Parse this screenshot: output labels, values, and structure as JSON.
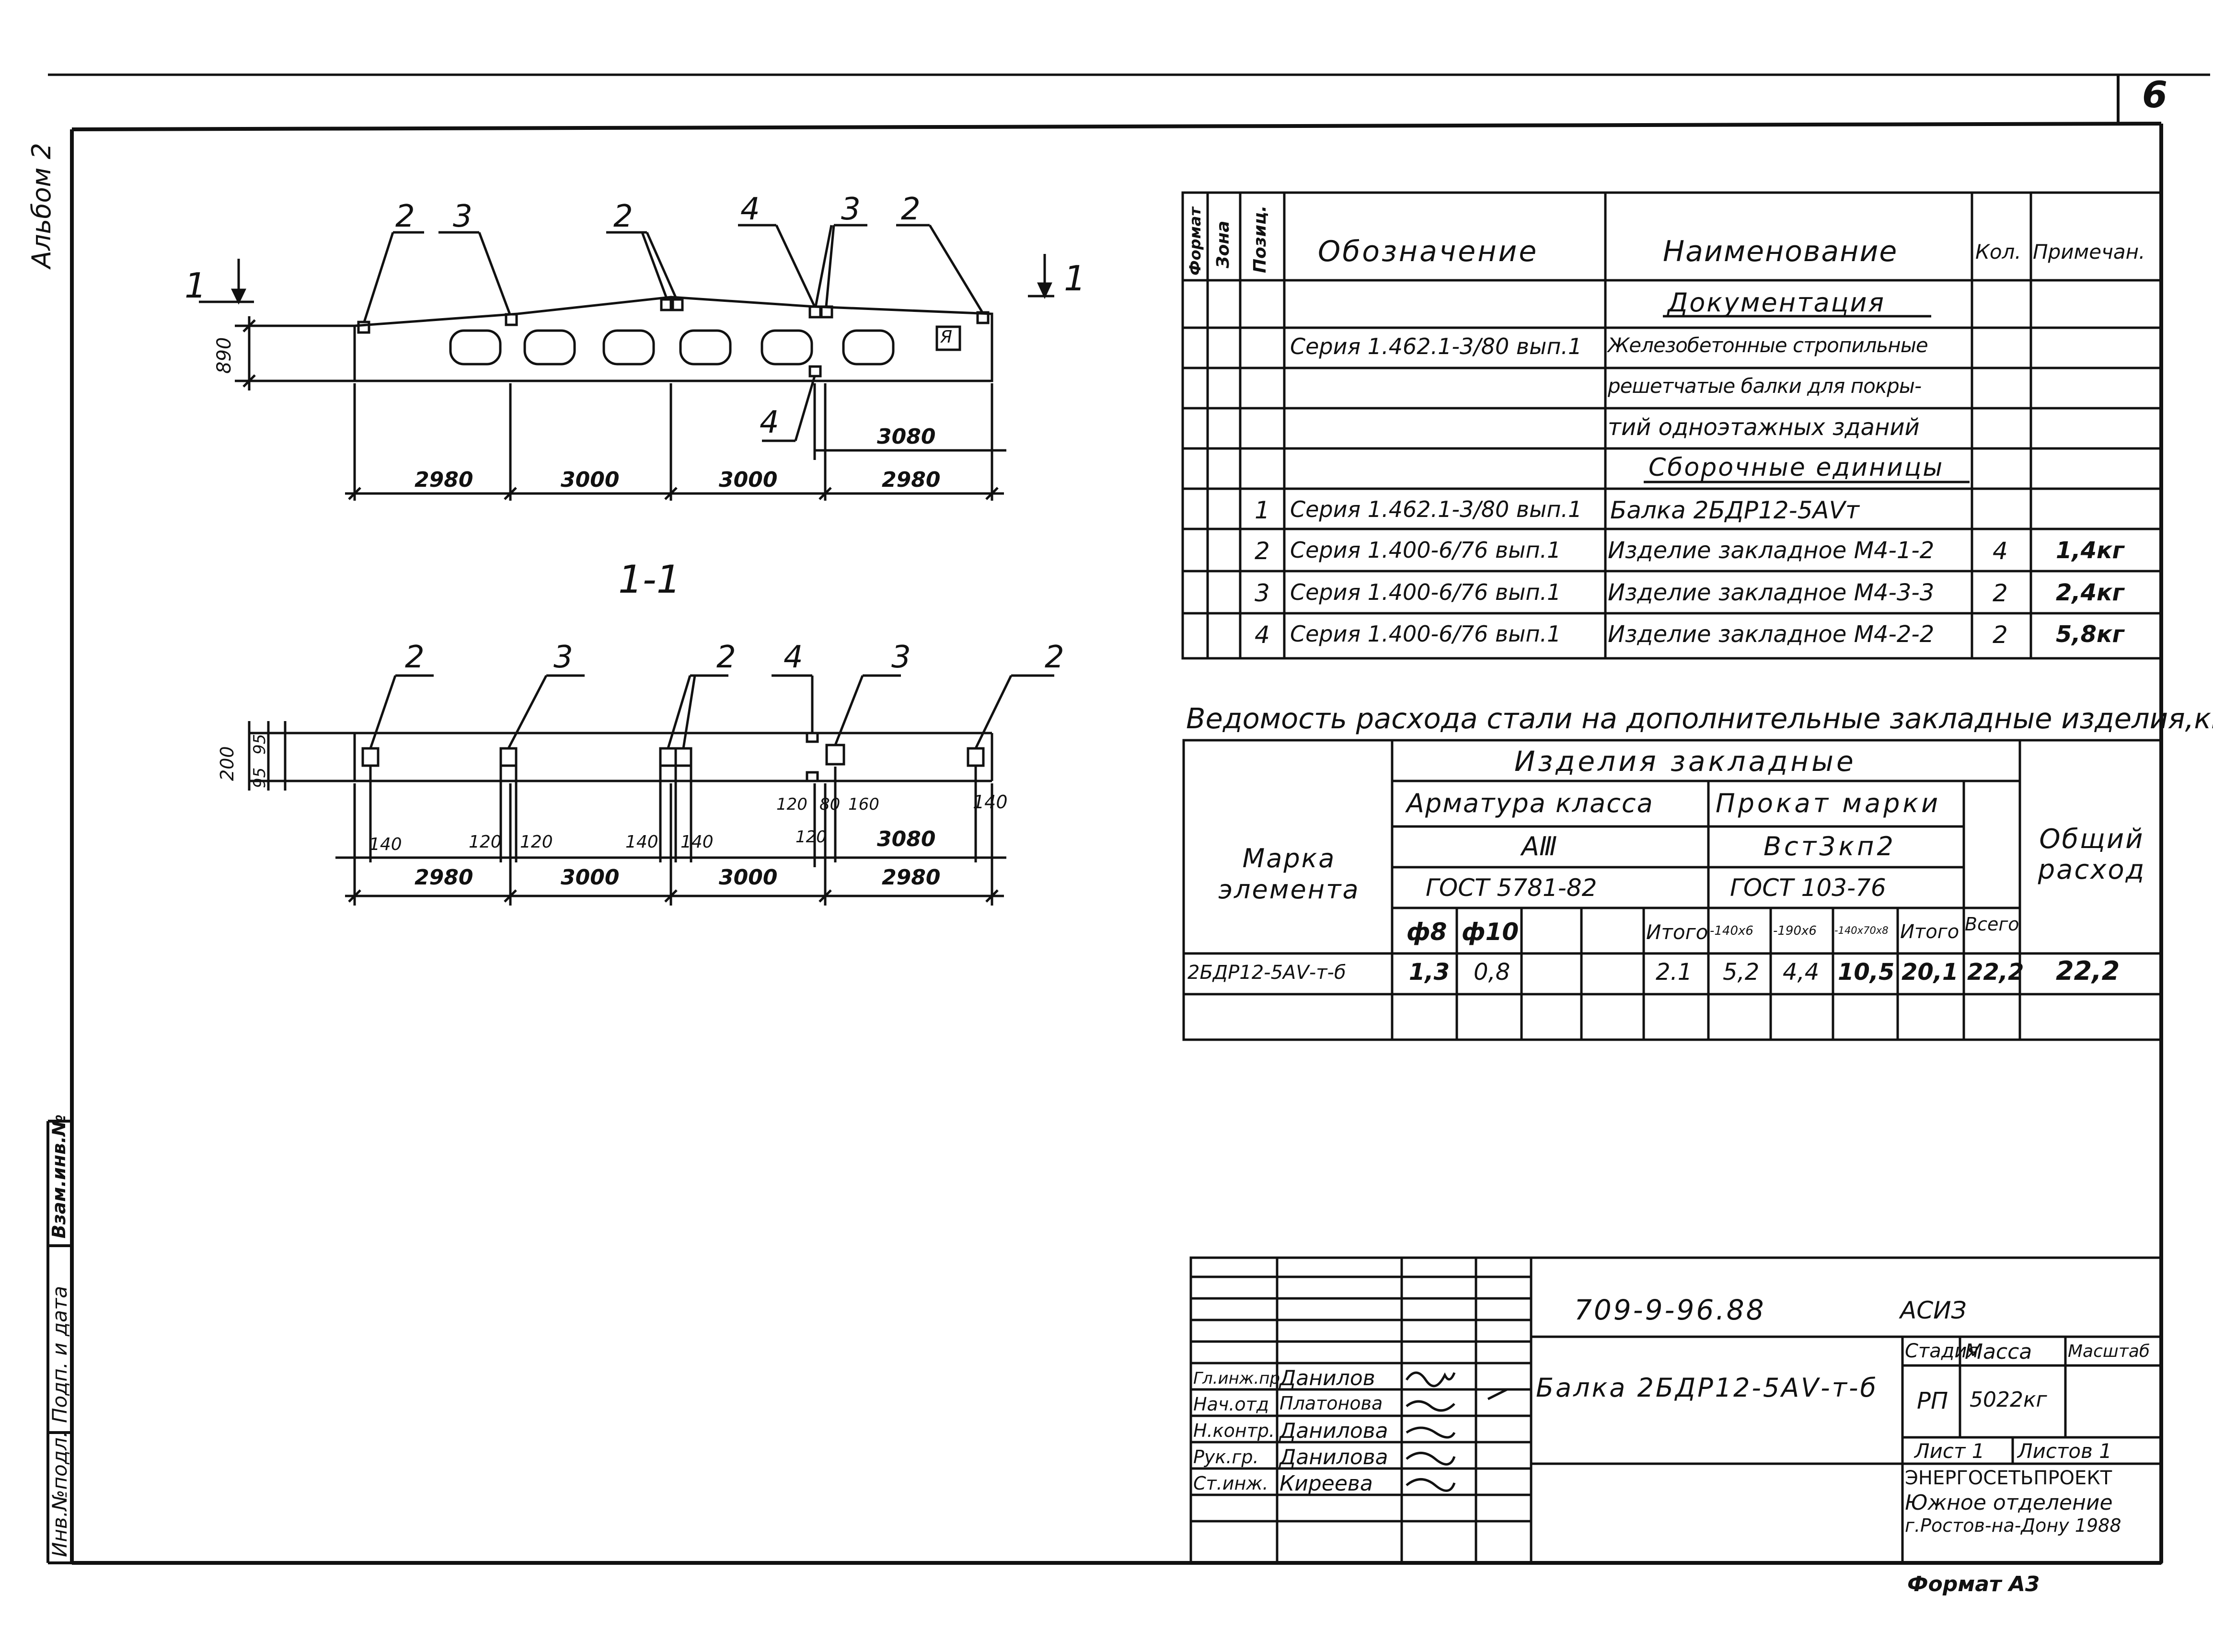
{
  "sheet_number": "6",
  "album_label": "Альбом 2",
  "left_stamp": {
    "inv_no": "Инв.№подл.",
    "sign_date": "Подп. и дата",
    "replace": "Взам.инв.№"
  },
  "beam_elevation": {
    "section_mark_left": "1",
    "section_mark_right": "1",
    "height": "890",
    "callouts_top": [
      "2",
      "3",
      "2",
      "4",
      "3",
      "2"
    ],
    "callout_bottom": "4",
    "mark_box": "Я",
    "dims": [
      "2980",
      "3000",
      "3000",
      "2980"
    ],
    "dim_extra": "3080"
  },
  "section_title": "1-1",
  "beam_plan": {
    "callouts": [
      "2",
      "3",
      "2",
      "4",
      "3",
      "2"
    ],
    "height_dims": [
      "200",
      "95",
      "95"
    ],
    "small_dims": [
      "140",
      "120",
      "120",
      "140",
      "140",
      "120",
      "80",
      "160",
      "120",
      "140"
    ],
    "dims": [
      "2980",
      "3000",
      "3000",
      "2980"
    ],
    "dim_extra": "3080"
  },
  "spec_table": {
    "headers": {
      "format": "Формат",
      "zone": "Зона",
      "pos": "Позиц.",
      "designation": "Обозначение",
      "name": "Наименование",
      "qty": "Кол.",
      "note": "Примечан."
    },
    "rows": [
      {
        "pos": "",
        "designation": "",
        "name": "Документация",
        "qty": "",
        "note": "",
        "underline": true
      },
      {
        "pos": "",
        "designation": "Серия 1.462.1-3/80 вып.1",
        "name": "Железобетонные стропильные",
        "qty": "",
        "note": ""
      },
      {
        "pos": "",
        "designation": "",
        "name": "решетчатые балки для покры-",
        "qty": "",
        "note": ""
      },
      {
        "pos": "",
        "designation": "",
        "name": "тий одноэтажных зданий",
        "qty": "",
        "note": ""
      },
      {
        "pos": "",
        "designation": "",
        "name": "Сборочные единицы",
        "qty": "",
        "note": "",
        "underline": true
      },
      {
        "pos": "1",
        "designation": "Серия 1.462.1-3/80 вып.1",
        "name": "Балка 2БДР12-5АⅤт",
        "qty": "",
        "note": ""
      },
      {
        "pos": "2",
        "designation": "Серия 1.400-6/76 вып.1",
        "name": "Изделие закладное М4-1-2",
        "qty": "4",
        "note": "1,4кг"
      },
      {
        "pos": "3",
        "designation": "Серия 1.400-6/76 вып.1",
        "name": "Изделие закладное М4-3-3",
        "qty": "2",
        "note": "2,4кг"
      },
      {
        "pos": "4",
        "designation": "Серия 1.400-6/76 вып.1",
        "name": "Изделие закладное М4-2-2",
        "qty": "2",
        "note": "5,8кг"
      }
    ]
  },
  "steel_table": {
    "title": "Ведомость расхода стали на дополнительные закладные изделия,кг",
    "col_group": "Изделия закладные",
    "armature": "Арматура класса",
    "armature_class": "АⅢ",
    "armature_gost": "ГОСТ 5781-82",
    "rolled": "Прокат марки",
    "rolled_grade": "Вст3кп2",
    "rolled_gost": "ГОСТ 103-76",
    "mark": "Марка элемента",
    "total_all": "Всего",
    "total": "Общий расход",
    "sub_headers": [
      "ф8",
      "ф10",
      "",
      "",
      "Итого",
      "-140х6",
      "-190х6",
      "-140х70х8",
      "Итого"
    ],
    "row": {
      "mark": "2БДР12-5АⅤ-т-б",
      "values": [
        "1,3",
        "0,8",
        "",
        "",
        "2.1",
        "5,2",
        "4,4",
        "10,5",
        "20,1",
        "22,2"
      ],
      "total": "22,2"
    }
  },
  "title_block": {
    "code": "709-9-96.88",
    "asuz": "АСИЗ",
    "drawing_title": "Балка 2БДР12-5АⅤ-т-б",
    "stage_label": "Стадия",
    "mass_label": "Масса",
    "scale_label": "Масштаб",
    "stage": "РП",
    "mass": "5022кг",
    "sheet": "Лист 1",
    "sheets": "Листов 1",
    "org1": "ЭНЕРГОСЕТЬПРОЕКТ",
    "org2": "Южное отделение",
    "org3": "г.Ростов-на-Дону 1988",
    "roles": [
      {
        "role": "Гл.инж.пр",
        "name": "Данилов"
      },
      {
        "role": "Нач.отд",
        "name": "Платонова"
      },
      {
        "role": "Н.контр.",
        "name": "Данилова"
      },
      {
        "role": "Рук.гр.",
        "name": "Данилова"
      },
      {
        "role": "Ст.инж.",
        "name": "Киреева"
      }
    ]
  },
  "format_label": "Формат А3"
}
